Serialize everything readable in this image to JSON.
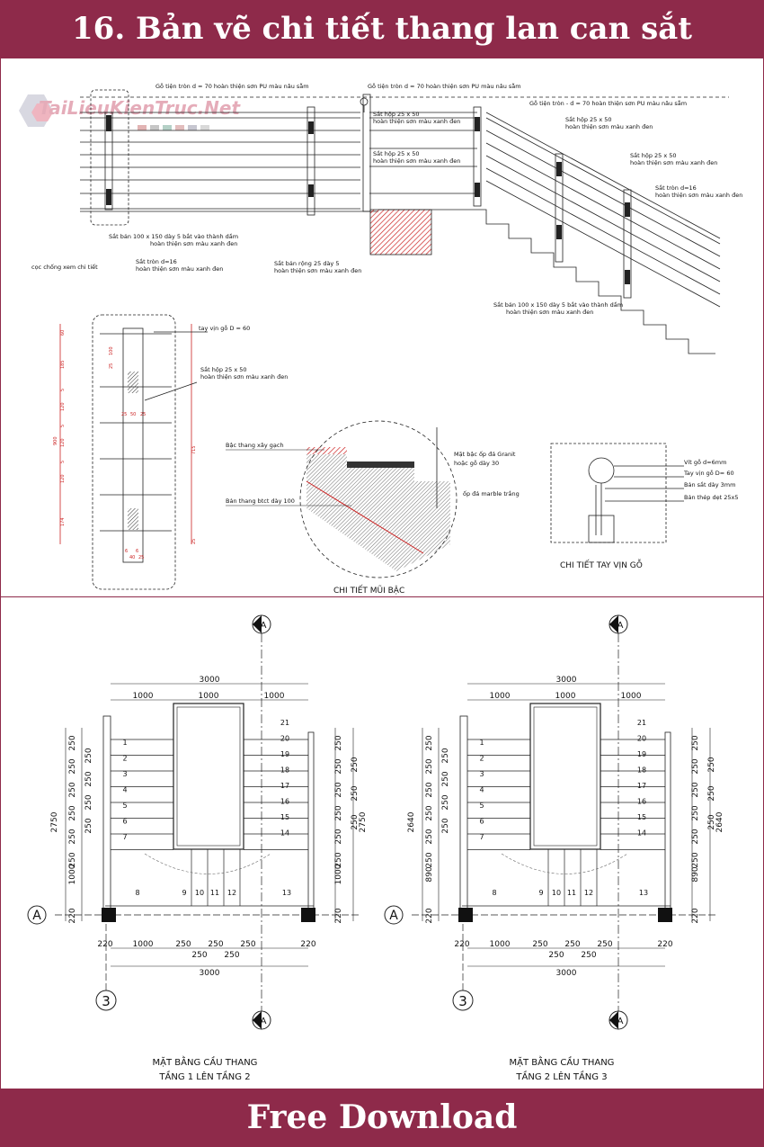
{
  "header": {
    "title": "16. Bản vẽ chi tiết thang lan can sắt"
  },
  "footer": {
    "cta": "Free Download"
  },
  "watermark": {
    "text": "TaiLieuKienTruc.Net"
  },
  "elevation": {
    "notes": [
      "Gỗ tiện tròn d = 70 hoàn thiện sơn PU màu nâu sẫm",
      "Gỗ tiện tròn d = 70 hoàn thiện sơn PU màu nâu sẫm",
      "Gỗ tiện tròn - d = 70 hoàn thiện sơn PU màu nâu sẫm",
      "Sắt hộp 25 x 50",
      "hoàn thiện sơn màu xanh đen",
      "Sắt hộp 25 x 50",
      "hoàn thiện sơn màu xanh đen",
      "Sắt hộp 25 x 50",
      "hoàn thiện sơn màu xanh đen",
      "Sắt hộp 25 x 50",
      "hoàn thiện sơn màu xanh đen",
      "Sắt tròn d=16",
      "hoàn thiện sơn màu xanh đen",
      "Sắt bản 100 x 150 dày 5 bắt vào thành dầm",
      "hoàn thiện sơn màu xanh đen",
      "Sắt tròn d=16",
      "hoàn thiện sơn màu xanh đen",
      "Sắt bản rộng 25 dày 5",
      "hoàn thiện sơn màu xanh đen",
      "cọc chống xem chi tiết",
      "Sắt bản 100 x 150 dày 5 bắt vào thành dầm",
      "hoàn thiện sơn màu xanh đen"
    ]
  },
  "post_detail": {
    "handrail": "tay vịn gỗ D = 60",
    "box": "Sắt hộp 25 x 50",
    "box_finish": "hoàn thiện sơn màu xanh đen",
    "dims_left": [
      "60",
      "185",
      "5",
      "120",
      "5",
      "120",
      "5",
      "120",
      "174"
    ],
    "total": "900",
    "dims_right": [
      "100",
      "25",
      "715",
      "25"
    ],
    "mid": [
      "25",
      "50",
      "25"
    ],
    "bottom": [
      "6",
      "40",
      "25",
      "6"
    ]
  },
  "nosing_detail": {
    "title": "CHI TIẾT MŨI BẬC",
    "labels": [
      "Bậc thang xây gạch",
      "Bản thang btct dày 100",
      "Mặt bậc ốp đá Granit",
      "hoặc gỗ dày 30",
      "ốp đá marble trắng"
    ]
  },
  "handrail_detail": {
    "title": "CHI TIẾT TAY VỊN GỖ",
    "labels": [
      "Vít gỗ  d=6mm",
      "Tay vịn gỗ D= 60",
      "Bản sắt dày 3mm",
      "Bản thép dẹt 25x5"
    ]
  },
  "plans": [
    {
      "title1": "MẶT BẰNG CẦU THANG",
      "title2": "TẦNG 1 LÊN TẦNG 2",
      "section_mark": "A",
      "grid_row": "A",
      "grid_col": "3",
      "top_total": "3000",
      "top_dims": [
        "1000",
        "1000",
        "1000"
      ],
      "bottom_total": "3000",
      "bottom_dims": [
        "220",
        "1000",
        "250",
        "250",
        "250",
        "220"
      ],
      "bottom_sub": [
        "250",
        "250"
      ],
      "left_total": "2750",
      "left_dims": [
        "250",
        "250",
        "250",
        "250",
        "250",
        "250",
        "1000",
        "220"
      ],
      "left_inner": [
        "250",
        "250",
        "250",
        "250"
      ],
      "right_total": "2750",
      "right_dims": [
        "250",
        "250",
        "250",
        "250",
        "250",
        "250",
        "1000",
        "220"
      ],
      "right_inner": [
        "250",
        "250",
        "250"
      ],
      "steps_left": [
        "1",
        "2",
        "3",
        "4",
        "5",
        "6",
        "7"
      ],
      "steps_right": [
        "21",
        "20",
        "19",
        "18",
        "17",
        "16",
        "15",
        "14"
      ],
      "steps_bottom": [
        "8",
        "9",
        "10",
        "11",
        "12",
        "13"
      ]
    },
    {
      "title1": "MẶT BẰNG CẦU THANG",
      "title2": "TẦNG 2 LÊN TẦNG 3",
      "section_mark": "A",
      "grid_row": "A",
      "grid_col": "3",
      "top_total": "3000",
      "top_dims": [
        "1000",
        "1000",
        "1000"
      ],
      "bottom_total": "3000",
      "bottom_dims": [
        "220",
        "1000",
        "250",
        "250",
        "250",
        "220"
      ],
      "bottom_sub": [
        "250",
        "250"
      ],
      "left_total": "2640",
      "left_dims": [
        "250",
        "250",
        "250",
        "250",
        "250",
        "250",
        "890",
        "220"
      ],
      "left_inner": [
        "250",
        "250",
        "250",
        "250"
      ],
      "right_total": "2640",
      "right_dims": [
        "250",
        "250",
        "250",
        "250",
        "250",
        "250",
        "890",
        "220"
      ],
      "right_inner": [
        "250",
        "250",
        "250"
      ],
      "steps_left": [
        "1",
        "2",
        "3",
        "4",
        "5",
        "6",
        "7"
      ],
      "steps_right": [
        "21",
        "20",
        "19",
        "18",
        "17",
        "16",
        "15",
        "14"
      ],
      "steps_bottom": [
        "8",
        "9",
        "10",
        "11",
        "12",
        "13"
      ]
    }
  ]
}
